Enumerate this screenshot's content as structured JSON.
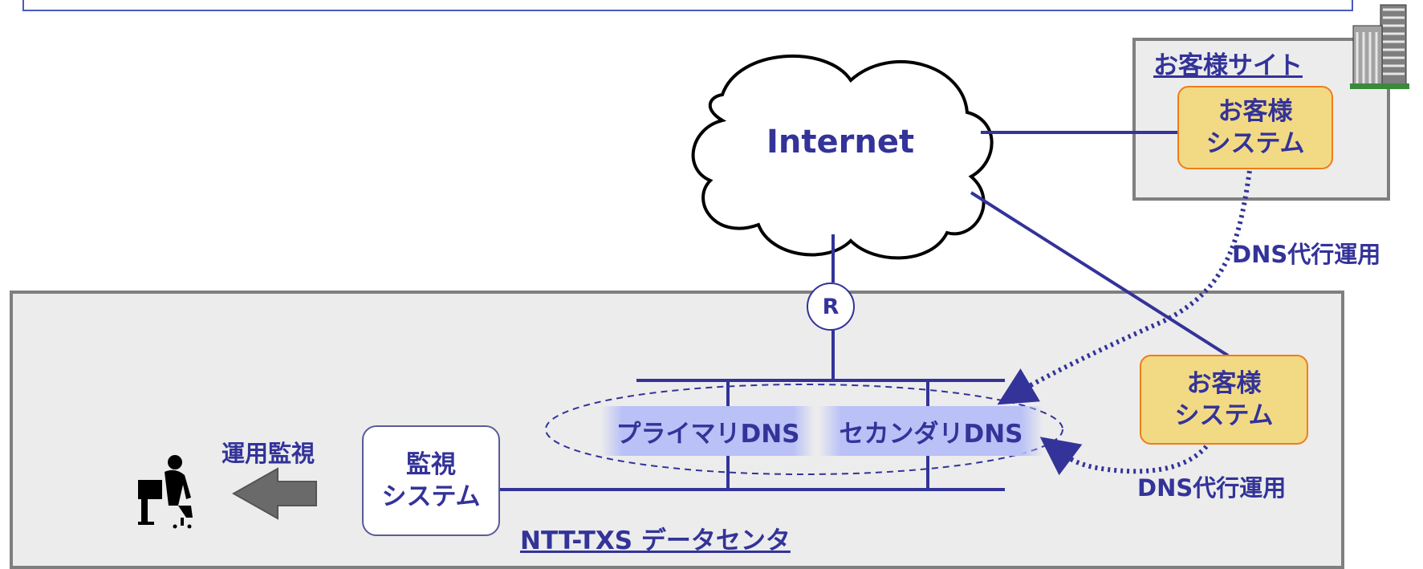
{
  "cloud": {
    "label": "Internet"
  },
  "router": {
    "label": "R"
  },
  "customer_site": {
    "title": "お客様サイト",
    "system_label": "お客様\nシステム"
  },
  "datacenter": {
    "title": "NTT-TXS データセンタ",
    "customer_system_label": "お客様\nシステム"
  },
  "dns": {
    "primary": "プライマリDNS",
    "secondary": "セカンダリDNS"
  },
  "monitor": {
    "system_label": "監視\nシステム",
    "ops_label": "運用監視"
  },
  "flows": {
    "dns_outsourcing_upper": "DNS代行運用",
    "dns_outsourcing_lower": "DNS代行運用"
  },
  "colors": {
    "text": "#333399",
    "line": "#333399",
    "box_fill": "#ececec",
    "box_border": "#7f7f7f",
    "customer_fill": "#f2da85",
    "customer_border": "#f07d1a",
    "dns_fill": "#b9c1f7"
  }
}
